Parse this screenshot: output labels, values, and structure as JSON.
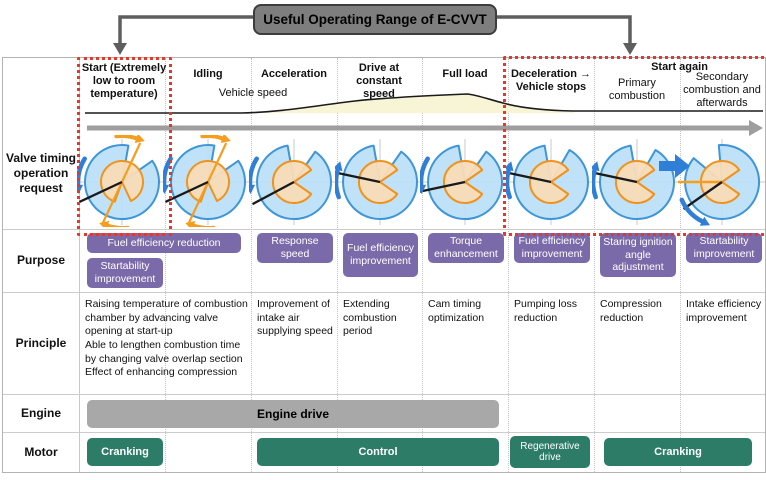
{
  "title": "Useful Operating Range of E-CVVT",
  "row_labels": {
    "valve_timing": "Valve timing operation request",
    "purpose": "Purpose",
    "principle": "Principle",
    "engine": "Engine",
    "motor": "Motor"
  },
  "headers": {
    "start": "Start (Extremely low to room temperature)",
    "idling": "Idling",
    "acceleration": "Acceleration",
    "drive_constant": "Drive at constant speed",
    "full_load": "Full load",
    "deceleration": "Deceleration → Vehicle stops",
    "start_again": "Start again",
    "primary": "Primary combustion",
    "secondary": "Secondary combustion and afterwards",
    "vehicle_speed": "Vehicle speed"
  },
  "purpose": {
    "fuel_efficiency_reduction": "Fuel efficiency reduction",
    "startability_improvement_start": "Startability improvement",
    "response_speed": "Response speed",
    "fuel_efficiency_improvement_drive": "Fuel efficiency improvement",
    "torque_enhancement": "Torque enhancement",
    "fuel_efficiency_improvement_decel": "Fuel efficiency improvement",
    "staring_ignition_angle": "Staring ignition angle adjustment",
    "startability_improvement_secondary": "Startability improvement"
  },
  "principle": {
    "start_idling": "Raising temperature of combustion chamber by advancing valve opening at start-up\nAble to lengthen combustion time by changing valve overlap section\nEffect of enhancing compression",
    "acceleration": "Improvement of intake air supplying speed",
    "drive_constant": "Extending combustion period",
    "full_load": "Cam timing optimization",
    "deceleration": "Pumping loss reduction",
    "primary": "Compression reduction",
    "secondary": "Intake efficiency improvement"
  },
  "engine": {
    "engine_drive": "Engine drive"
  },
  "motor": {
    "cranking_start": "Cranking",
    "control": "Control",
    "regenerative_drive": "Regenerative drive",
    "cranking_again": "Cranking"
  },
  "colors": {
    "purple_badge": "#7b6aa9",
    "teal_badge": "#2d7c67",
    "engine_bar_gray": "#a8a8a8",
    "red_dotted": "#e8362b",
    "title_box_gray": "#7e7e7e",
    "circle_blue_fill": "#bce0f8",
    "circle_blue_stroke": "#3e96d8",
    "circle_orange_fill": "#f8dcb8",
    "circle_orange_stroke": "#f0921c",
    "arrow_blue": "#2f7fd8",
    "arrow_orange": "#f59d1e",
    "speed_curve_fill": "#f8f5d6",
    "timeline_arrow_gray": "#9e9e9e"
  },
  "valve_diagrams": [
    {
      "column": "start",
      "blue_mouth": [
        35,
        80
      ],
      "orange_mouth": [
        250,
        295
      ],
      "black_line": 205,
      "orange_line": 65,
      "orange_arrows": true,
      "blue_arrow": "down"
    },
    {
      "column": "idling",
      "blue_mouth": [
        35,
        80
      ],
      "orange_mouth": [
        250,
        295
      ],
      "black_line": 205,
      "orange_line": 65,
      "orange_arrows": true,
      "blue_arrow": "down"
    },
    {
      "column": "acceleration",
      "blue_mouth": [
        55,
        100
      ],
      "orange_mouth": [
        -35,
        35
      ],
      "black_line": 208,
      "blue_arrow": "down"
    },
    {
      "column": "drive_constant",
      "blue_mouth": [
        55,
        100
      ],
      "orange_mouth": [
        -35,
        35
      ],
      "black_line": 168,
      "blue_arrow": "up"
    },
    {
      "column": "full_load",
      "blue_mouth": [
        55,
        100
      ],
      "orange_mouth": [
        -35,
        35
      ],
      "black_line": 192,
      "blue_arrow": "down"
    },
    {
      "column": "deceleration",
      "blue_mouth": [
        60,
        100
      ],
      "orange_mouth": [
        -35,
        35
      ],
      "black_line": 168,
      "blue_arrow": "up"
    },
    {
      "column": "primary",
      "blue_mouth": [
        60,
        100
      ],
      "orange_mouth": [
        -35,
        35
      ],
      "black_line": 168,
      "blue_arrow": "up"
    },
    {
      "column": "secondary",
      "blue_mouth": [
        95,
        140
      ],
      "orange_mouth": [
        -35,
        35
      ],
      "black_line": 215,
      "blue_arrow": "down-right",
      "orange_hline": true,
      "big_arrow": true
    }
  ]
}
